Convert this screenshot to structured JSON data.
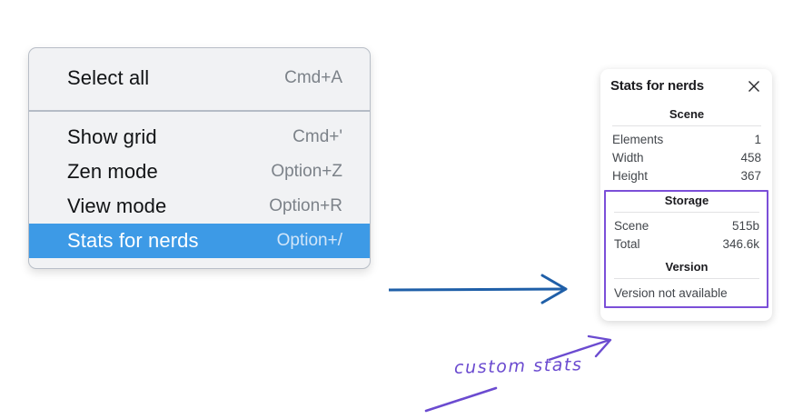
{
  "context_menu": {
    "groups": [
      {
        "items": [
          {
            "label": "Select all",
            "shortcut": "Cmd+A",
            "selected": false
          }
        ]
      },
      {
        "items": [
          {
            "label": "Show grid",
            "shortcut": "Cmd+'",
            "selected": false
          },
          {
            "label": "Zen mode",
            "shortcut": "Option+Z",
            "selected": false
          },
          {
            "label": "View mode",
            "shortcut": "Option+R",
            "selected": false
          },
          {
            "label": "Stats for nerds",
            "shortcut": "Option+/",
            "selected": true
          }
        ]
      }
    ],
    "selected_background": "#3d9ae6"
  },
  "stats_panel": {
    "title": "Stats for nerds",
    "close_icon": "close-icon",
    "scene": {
      "heading": "Scene",
      "rows": [
        {
          "key": "Elements",
          "value": "1"
        },
        {
          "key": "Width",
          "value": "458"
        },
        {
          "key": "Height",
          "value": "367"
        }
      ]
    },
    "storage": {
      "heading": "Storage",
      "rows": [
        {
          "key": "Scene",
          "value": "515b"
        },
        {
          "key": "Total",
          "value": "346.6k"
        }
      ]
    },
    "version": {
      "heading": "Version",
      "text": "Version not available"
    },
    "highlight_color": "#7b4fd8"
  },
  "annotations": {
    "handwritten_note": "custom stats",
    "blue_arrow_color": "#1f5fa8",
    "purple_stroke_color": "#6b4bd0"
  }
}
